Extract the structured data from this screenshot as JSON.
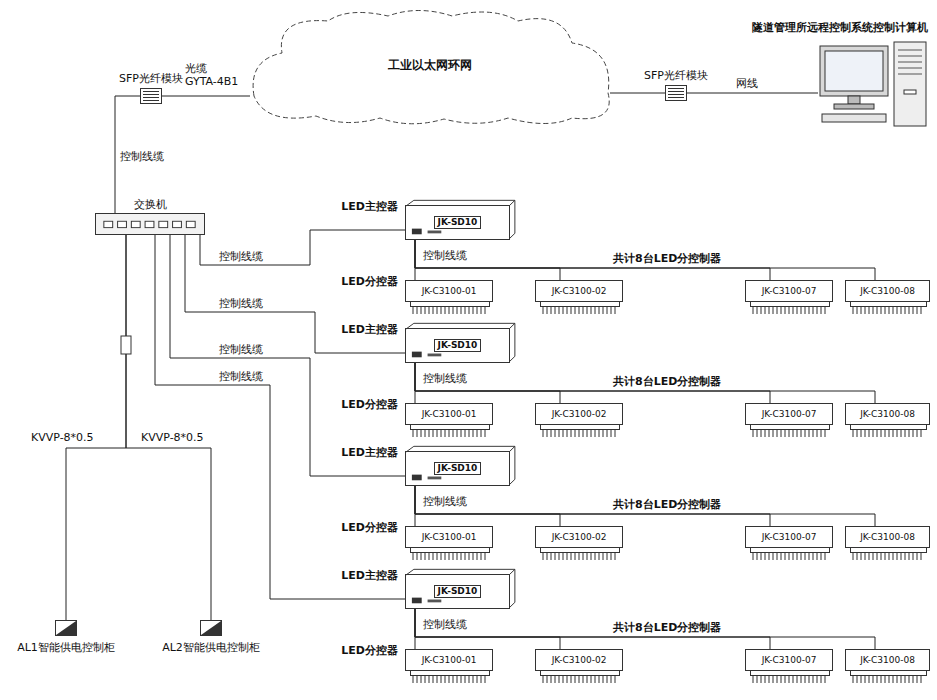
{
  "diagram": {
    "nodes": [
      {
        "text": [
          "SFP光纤模块"
        ]
      },
      {
        "text": [
          "工业以太网环网"
        ]
      },
      {
        "text": [
          "SFP光纤模块"
        ]
      },
      {
        "text": [
          "隧道管理所远程控制系统控制计算机"
        ]
      },
      {
        "text": [
          "交换机"
        ]
      },
      {
        "text": [
          "LED主控器",
          "JK-SD10"
        ]
      },
      {
        "text": [
          "LED分控器",
          "JK-C3100-01"
        ]
      },
      {
        "text": [
          "JK-C3100-02"
        ]
      },
      {
        "text": [
          "JK-C3100-07"
        ]
      },
      {
        "text": [
          "JK-C3100-08"
        ]
      },
      {
        "text": [
          "LED主控器",
          "JK-SD10"
        ]
      },
      {
        "text": [
          "LED分控器",
          "JK-C3100-01"
        ]
      },
      {
        "text": [
          "JK-C3100-02"
        ]
      },
      {
        "text": [
          "JK-C3100-07"
        ]
      },
      {
        "text": [
          "JK-C3100-08"
        ]
      },
      {
        "text": [
          "LED主控器",
          "JK-SD10"
        ]
      },
      {
        "text": [
          "LED分控器",
          "JK-C3100-01"
        ]
      },
      {
        "text": [
          "JK-C3100-02"
        ]
      },
      {
        "text": [
          "JK-C3100-07"
        ]
      },
      {
        "text": [
          "JK-C3100-08"
        ]
      },
      {
        "text": [
          "LED主控器",
          "JK-SD10"
        ]
      },
      {
        "text": [
          "LED分控器",
          "JK-C3100-01"
        ]
      },
      {
        "text": [
          "JK-C3100-02"
        ]
      },
      {
        "text": [
          "JK-C3100-07"
        ]
      },
      {
        "text": [
          "JK-C3100-08"
        ]
      },
      {
        "text": [
          "AL1智能供电控制柜"
        ]
      },
      {
        "text": [
          "AL2智能供电控制柜"
        ]
      }
    ],
    "edges": [
      {
        "from": 0,
        "to": 1,
        "arrow": "none",
        "label": "光缆 GYTA-4B1"
      },
      {
        "from": 1,
        "to": 2,
        "arrow": "none"
      },
      {
        "from": 2,
        "to": 3,
        "arrow": "none",
        "label": "网线"
      },
      {
        "from": 0,
        "to": 4,
        "arrow": "none",
        "label": "控制线缆"
      },
      {
        "from": 4,
        "to": 25,
        "arrow": "none",
        "label": "KVVP-8*0.5"
      },
      {
        "from": 4,
        "to": 26,
        "arrow": "none",
        "label": "KVVP-8*0.5"
      },
      {
        "from": 4,
        "to": 5,
        "arrow": "none",
        "label": "控制线缆"
      },
      {
        "from": 5,
        "to": 6,
        "arrow": "none",
        "label": "控制线缆"
      },
      {
        "from": 5,
        "to": 7,
        "arrow": "none"
      },
      {
        "from": 5,
        "to": 8,
        "arrow": "none"
      },
      {
        "from": 5,
        "to": 9,
        "arrow": "none"
      },
      {
        "from": 4,
        "to": 10,
        "arrow": "none",
        "label": "控制线缆"
      },
      {
        "from": 10,
        "to": 11,
        "arrow": "none",
        "label": "控制线缆"
      },
      {
        "from": 10,
        "to": 12,
        "arrow": "none"
      },
      {
        "from": 10,
        "to": 13,
        "arrow": "none"
      },
      {
        "from": 10,
        "to": 14,
        "arrow": "none"
      },
      {
        "from": 4,
        "to": 15,
        "arrow": "none",
        "label": "控制线缆"
      },
      {
        "from": 15,
        "to": 16,
        "arrow": "none",
        "label": "控制线缆"
      },
      {
        "from": 15,
        "to": 17,
        "arrow": "none"
      },
      {
        "from": 15,
        "to": 18,
        "arrow": "none"
      },
      {
        "from": 15,
        "to": 19,
        "arrow": "none"
      },
      {
        "from": 4,
        "to": 20,
        "arrow": "none",
        "label": "控制线缆"
      },
      {
        "from": 20,
        "to": 21,
        "arrow": "none",
        "label": "控制线缆"
      },
      {
        "from": 20,
        "to": 22,
        "arrow": "none"
      },
      {
        "from": 20,
        "to": 23,
        "arrow": "none"
      },
      {
        "from": 20,
        "to": 24,
        "arrow": "none"
      }
    ],
    "labels": [
      "共计8台LED分控制器",
      "共计8台LED分控制器",
      "共计8台LED分控制器",
      "共计8台LED分控制器"
    ]
  }
}
